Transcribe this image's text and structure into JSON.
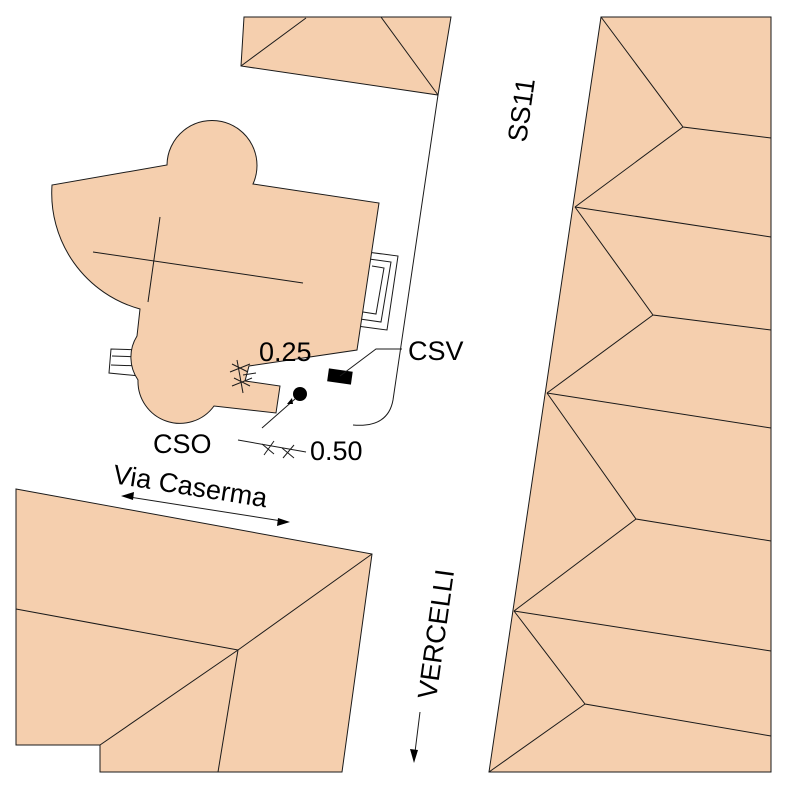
{
  "map": {
    "colors": {
      "building_fill": "#f5cfae",
      "line": "#1a1a1a",
      "background": "#ffffff",
      "marker": "#000000"
    },
    "labels": {
      "road_main_upper": "SS11",
      "road_main_lower": "VERCELLI",
      "street_side": "Via Caserma",
      "marker_csv": "CSV",
      "marker_cso": "CSO",
      "distance_csv": "0.25",
      "distance_cso": "0.50"
    },
    "markers": [
      {
        "name": "CSV",
        "shape": "rectangle"
      },
      {
        "name": "CSO",
        "shape": "circle"
      }
    ]
  }
}
